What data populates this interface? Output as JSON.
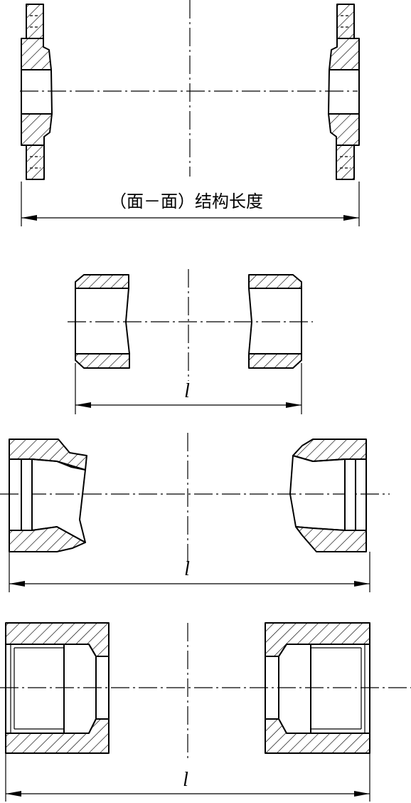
{
  "figures": [
    {
      "id": "flanged-ends",
      "dimension_label": "（面－面）结构长度"
    },
    {
      "id": "butt-weld-ends",
      "dimension_label": "l"
    },
    {
      "id": "socket-weld-ends",
      "dimension_label": "l"
    },
    {
      "id": "threaded-ends",
      "dimension_label": "l"
    }
  ]
}
